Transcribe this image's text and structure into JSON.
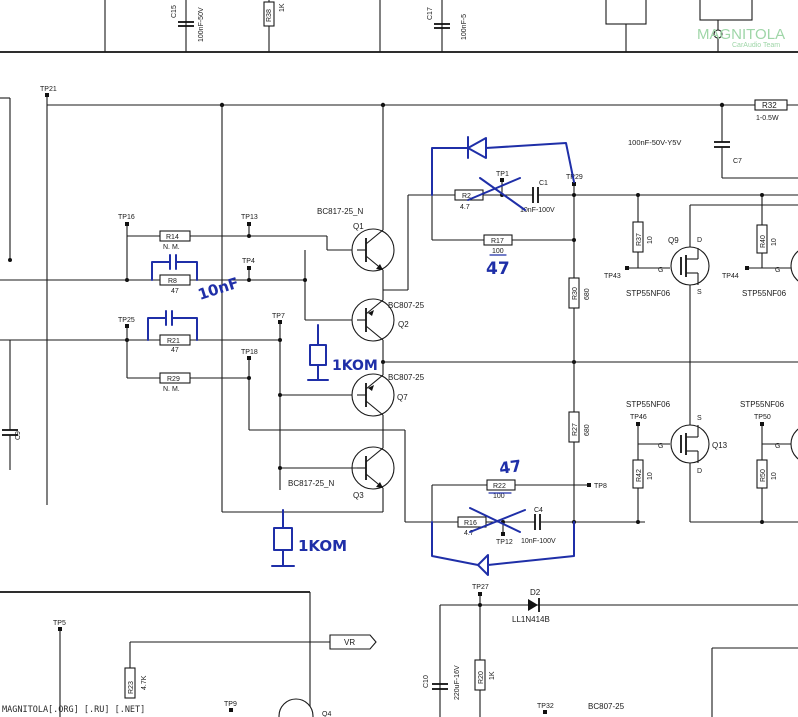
{
  "watermark": {
    "brand": "MAGNITOLA",
    "sub": "CarAudio Team"
  },
  "footer": "MAGNITOLA[.ORG] [.RU] [.NET]",
  "colors": {
    "ink": "#1a1a1a",
    "annotation": "#1f2fa8",
    "watermark": "#9fd6a8"
  },
  "test_points": [
    "TP21",
    "TP16",
    "TP13",
    "TP4",
    "TP25",
    "TP7",
    "TP18",
    "TP1",
    "TP29",
    "TP43",
    "TP44",
    "TP46",
    "TP50",
    "TP8",
    "TP12",
    "TP27",
    "TP5",
    "TP9",
    "TP32"
  ],
  "resistors": {
    "R38": {
      "ref": "R38",
      "val": "1K"
    },
    "R32": {
      "ref": "R32",
      "val": "1-0.5W"
    },
    "R14": {
      "ref": "R14",
      "val": "N. M."
    },
    "R8": {
      "ref": "R8",
      "val": "47"
    },
    "R21": {
      "ref": "R21",
      "val": "47"
    },
    "R29": {
      "ref": "R29",
      "val": "N. M."
    },
    "R2": {
      "ref": "R2",
      "val": "4.7"
    },
    "R17": {
      "ref": "R17",
      "val": "100"
    },
    "R37": {
      "ref": "R37",
      "val": "10"
    },
    "R40": {
      "ref": "R40",
      "val": "10"
    },
    "R30": {
      "ref": "R30",
      "val": "680"
    },
    "R27": {
      "ref": "R27",
      "val": "680"
    },
    "R42": {
      "ref": "R42",
      "val": "10"
    },
    "R50": {
      "ref": "R50",
      "val": "10"
    },
    "R22": {
      "ref": "R22",
      "val": "100"
    },
    "R16": {
      "ref": "R16",
      "val": "4.7"
    },
    "R23": {
      "ref": "R23",
      "val": "4.7K"
    },
    "R20": {
      "ref": "R20",
      "val": "1K"
    }
  },
  "capacitors": {
    "C15": {
      "ref": "C15",
      "val": "100nF-50V"
    },
    "C17": {
      "ref": "C17",
      "val": "100nF-5"
    },
    "C7": {
      "ref": "C7",
      "val": "100nF-50V-Y5V"
    },
    "C1": {
      "ref": "C1",
      "val": "10nF-100V"
    },
    "C4": {
      "ref": "C4",
      "val": "10nF-100V"
    },
    "C9": {
      "ref": "C9"
    },
    "C10": {
      "ref": "C10",
      "val": "220uF-16V"
    }
  },
  "transistors": {
    "Q1": {
      "ref": "Q1",
      "type": "BC817-25_N"
    },
    "Q2": {
      "ref": "Q2",
      "type": "BC807-25"
    },
    "Q7": {
      "ref": "Q7",
      "type": "BC807-25"
    },
    "Q3": {
      "ref": "Q3",
      "type": "BC817-25_N"
    },
    "Q9": {
      "ref": "Q9",
      "type": "STP55NF06"
    },
    "Q9b": {
      "type": "STP55NF06"
    },
    "Q13": {
      "ref": "Q13",
      "type": "STP55NF06"
    },
    "Q13b": {
      "type": "STP55NF06"
    },
    "Q4": {
      "ref": "Q4"
    },
    "Qbot": {
      "type": "BC807-25"
    }
  },
  "pins": {
    "g": "G",
    "d": "D",
    "s": "S"
  },
  "diode": {
    "ref": "D2",
    "type": "LL1N414B"
  },
  "vr_label": "VR",
  "annotations": {
    "r17_new": "47",
    "r22_new": "47",
    "cap_note": "10nF",
    "r_q2": "1KOM",
    "r_q3": "1KOM"
  }
}
